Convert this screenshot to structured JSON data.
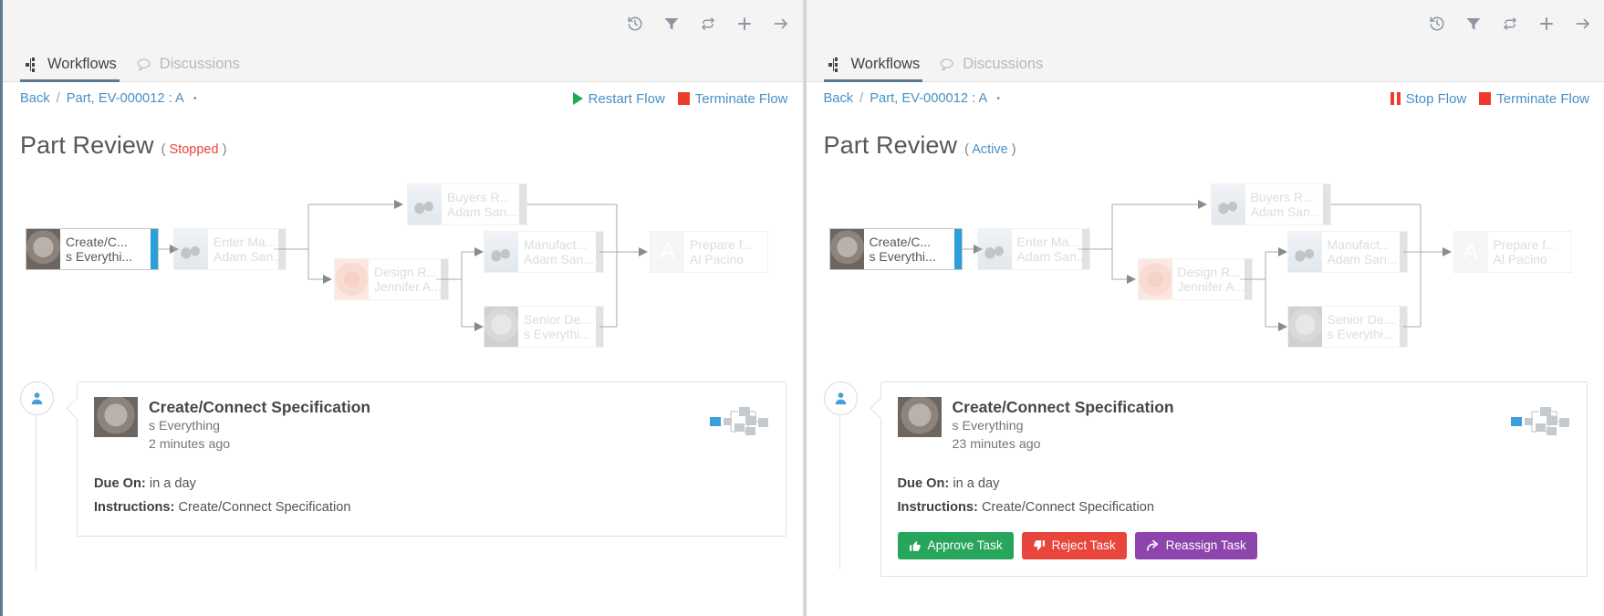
{
  "toolbar": {
    "icons": [
      {
        "name": "history-icon",
        "glyph": "history"
      },
      {
        "name": "filter-icon",
        "glyph": "funnel"
      },
      {
        "name": "refresh-icon",
        "glyph": "refresh"
      },
      {
        "name": "add-icon",
        "glyph": "plus"
      },
      {
        "name": "forward-arrow-icon",
        "glyph": "arrow-right"
      }
    ]
  },
  "tabs": {
    "workflows_label": "Workflows",
    "discussions_label": "Discussions"
  },
  "breadcrumb": {
    "back_label": "Back",
    "separator": "/",
    "item_label": "Part, EV-000012 : A",
    "dot": "•"
  },
  "left_panel": {
    "flow_actions": [
      {
        "name": "restart-flow-action",
        "label": "Restart Flow",
        "icon": "play-icon",
        "color": "#1faa55"
      },
      {
        "name": "terminate-flow-action",
        "label": "Terminate Flow",
        "icon": "stop-icon",
        "color": "#ef3b2d"
      }
    ],
    "title": "Part Review",
    "state_open": "(",
    "state_value": "Stopped",
    "state_close": ")",
    "state_color": "#e8483b",
    "task": {
      "title": "Create/Connect Specification",
      "subtitle": "s Everything",
      "time": "2 minutes ago",
      "due_label": "Due On:",
      "due_value": "in a day",
      "instructions_label": "Instructions:",
      "instructions_value": "Create/Connect Specification"
    },
    "buttons": []
  },
  "right_panel": {
    "flow_actions": [
      {
        "name": "stop-flow-action",
        "label": "Stop Flow",
        "icon": "pause-icon",
        "color": "#ef3b2d"
      },
      {
        "name": "terminate-flow-action",
        "label": "Terminate Flow",
        "icon": "stop-icon",
        "color": "#ef3b2d"
      }
    ],
    "title": "Part Review",
    "state_open": "(",
    "state_value": "Active",
    "state_close": ")",
    "state_color": "#4990c6",
    "task": {
      "title": "Create/Connect Specification",
      "subtitle": "s Everything",
      "time": "23 minutes ago",
      "due_label": "Due On:",
      "due_value": "in a day",
      "instructions_label": "Instructions:",
      "instructions_value": "Create/Connect Specification"
    },
    "buttons": [
      {
        "name": "approve-task-button",
        "label": "Approve Task",
        "icon": "thumbs-up-icon",
        "color": "#27a55b"
      },
      {
        "name": "reject-task-button",
        "label": "Reject Task",
        "icon": "thumbs-down-icon",
        "color": "#e8453c"
      },
      {
        "name": "reassign-task-button",
        "label": "Reassign Task",
        "icon": "share-arrow-icon",
        "color": "#8e44ad"
      }
    ]
  },
  "graph": {
    "nodes": [
      {
        "id": "n0",
        "name": "create-connect-specification",
        "line1": "Create/C...",
        "line2": "s Everythi...",
        "thumb": "koala",
        "state": "current",
        "bar": "#2a9fd8"
      },
      {
        "id": "n1",
        "name": "enter-manufacturing",
        "line1": "Enter Ma...",
        "line2": "Adam San...",
        "thumb": "penguin",
        "state": "faded",
        "bar": "#9aa3a8"
      },
      {
        "id": "n2",
        "name": "buyers-review",
        "line1": "Buyers R...",
        "line2": "Adam San...",
        "thumb": "penguin",
        "state": "faded",
        "bar": "#9aa3a8"
      },
      {
        "id": "n3",
        "name": "design-review",
        "line1": "Design R...",
        "line2": "Jennifer A...",
        "thumb": "coral",
        "state": "faded",
        "bar": "#9aa3a8"
      },
      {
        "id": "n4",
        "name": "manufacturing-review",
        "line1": "Manufact...",
        "line2": "Adam San...",
        "thumb": "penguin",
        "state": "faded",
        "bar": "#9aa3a8"
      },
      {
        "id": "n5",
        "name": "senior-designer-review",
        "line1": "Senior De...",
        "line2": "s Everythi...",
        "thumb": "koala",
        "state": "faded",
        "bar": "#9aa3a8"
      },
      {
        "id": "n6",
        "name": "prepare-for-release",
        "line1": "Prepare f...",
        "line2": "Al Pacino",
        "thumb": "initial",
        "initial": "A",
        "state": "faded",
        "bar": "#9aa3a8"
      }
    ]
  },
  "colors": {
    "accent_blue": "#2a9fd8",
    "link_blue": "#4990c6",
    "rail": "#5b7a93",
    "toolbar_bg": "#f4f4f4",
    "danger_red": "#e8483b",
    "success_green": "#27a55b",
    "purple": "#8e44ad"
  }
}
